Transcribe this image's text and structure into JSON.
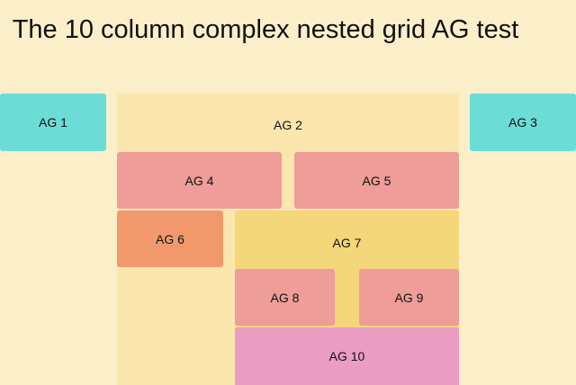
{
  "page": {
    "title": "The 10 column complex nested grid AG test"
  },
  "colors": {
    "background": "#fbefca",
    "teal": "#6cdcd6",
    "light_yellow": "#fbe6ae",
    "salmon": "#ee9d98",
    "orange": "#f1996d",
    "yellow": "#f5d77b",
    "pink": "#eb9cc2"
  },
  "boxes": {
    "ag1": "AG 1",
    "ag2": "AG 2",
    "ag3": "AG 3",
    "ag4": "AG 4",
    "ag5": "AG 5",
    "ag6": "AG 6",
    "ag7": "AG 7",
    "ag8": "AG 8",
    "ag9": "AG 9",
    "ag10": "AG 10"
  }
}
